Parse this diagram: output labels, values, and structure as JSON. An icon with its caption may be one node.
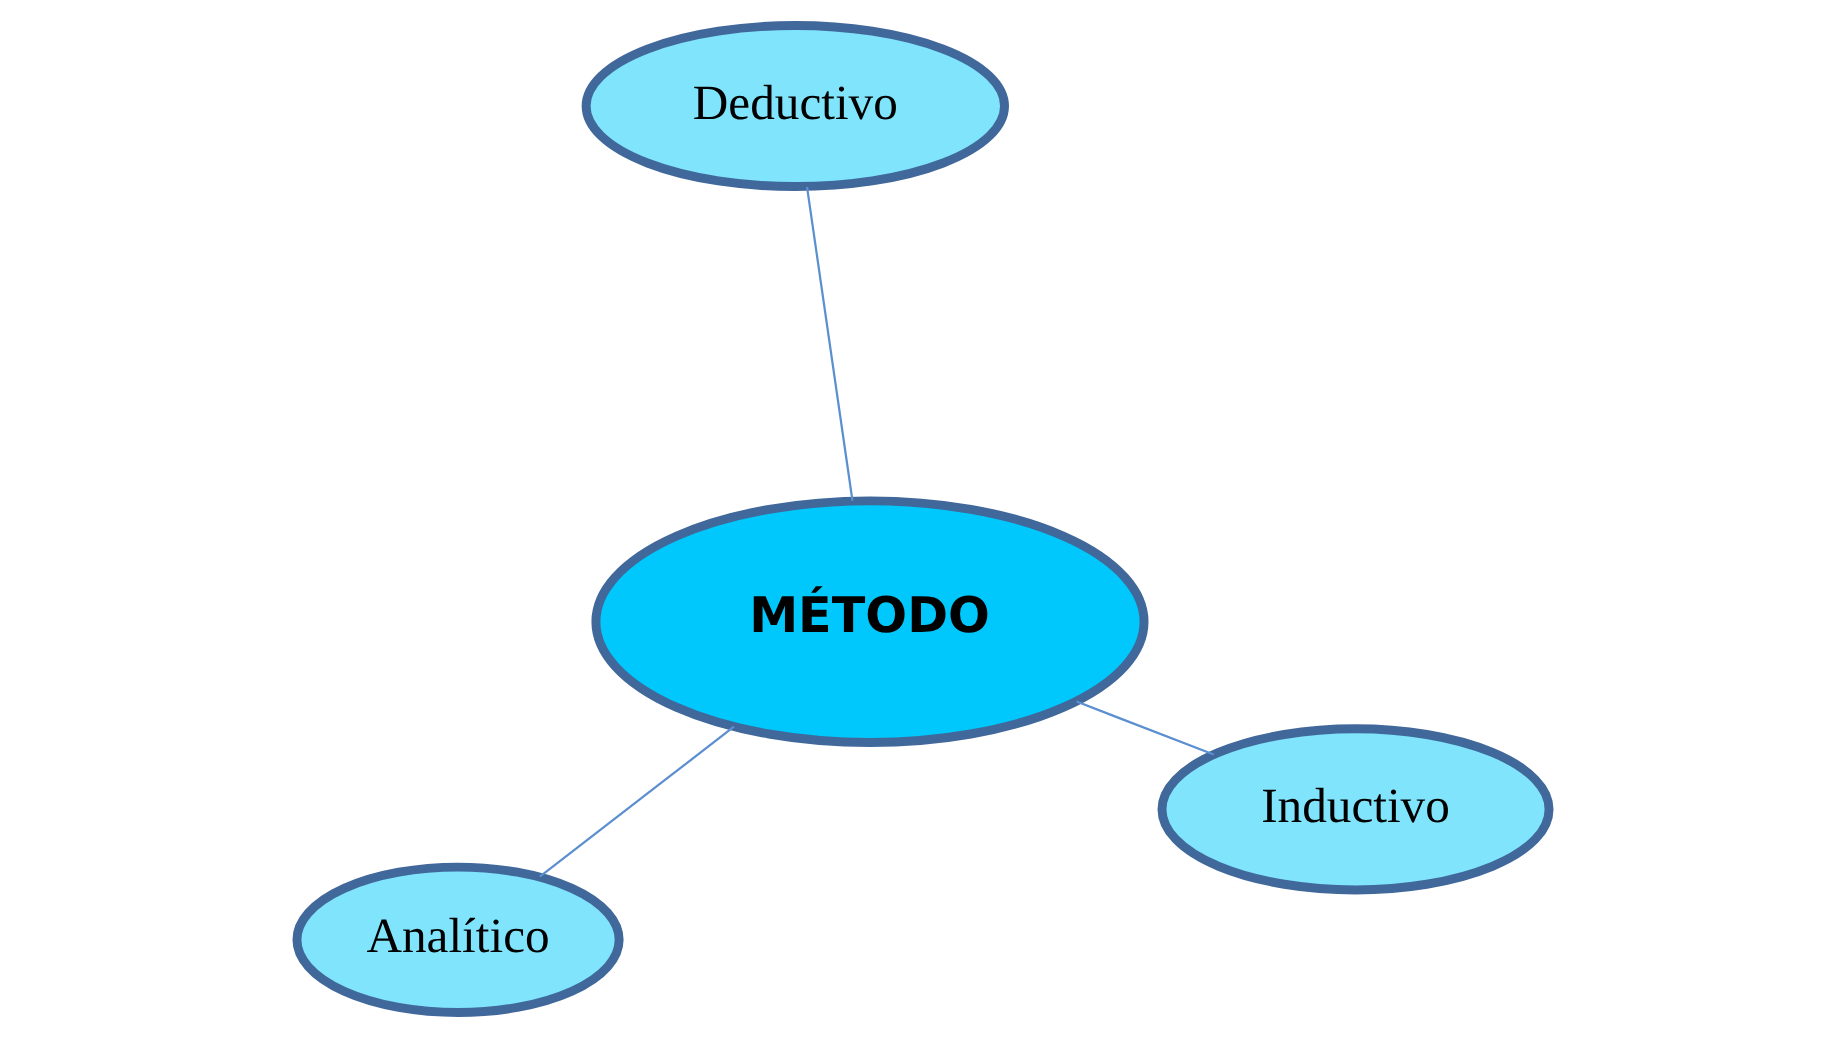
{
  "diagram": {
    "nodes": [
      {
        "text": [
          "Analítico"
        ]
      },
      {
        "text": [
          "Inductivo"
        ]
      },
      {
        "text": [
          "MÉTODO"
        ]
      },
      {
        "text": [
          "Deductivo"
        ]
      }
    ],
    "edges": [
      {
        "from": 2,
        "to": 0,
        "arrow": "none"
      },
      {
        "from": 2,
        "to": 1,
        "arrow": "none"
      },
      {
        "from": 2,
        "to": 3,
        "arrow": "none"
      }
    ]
  }
}
